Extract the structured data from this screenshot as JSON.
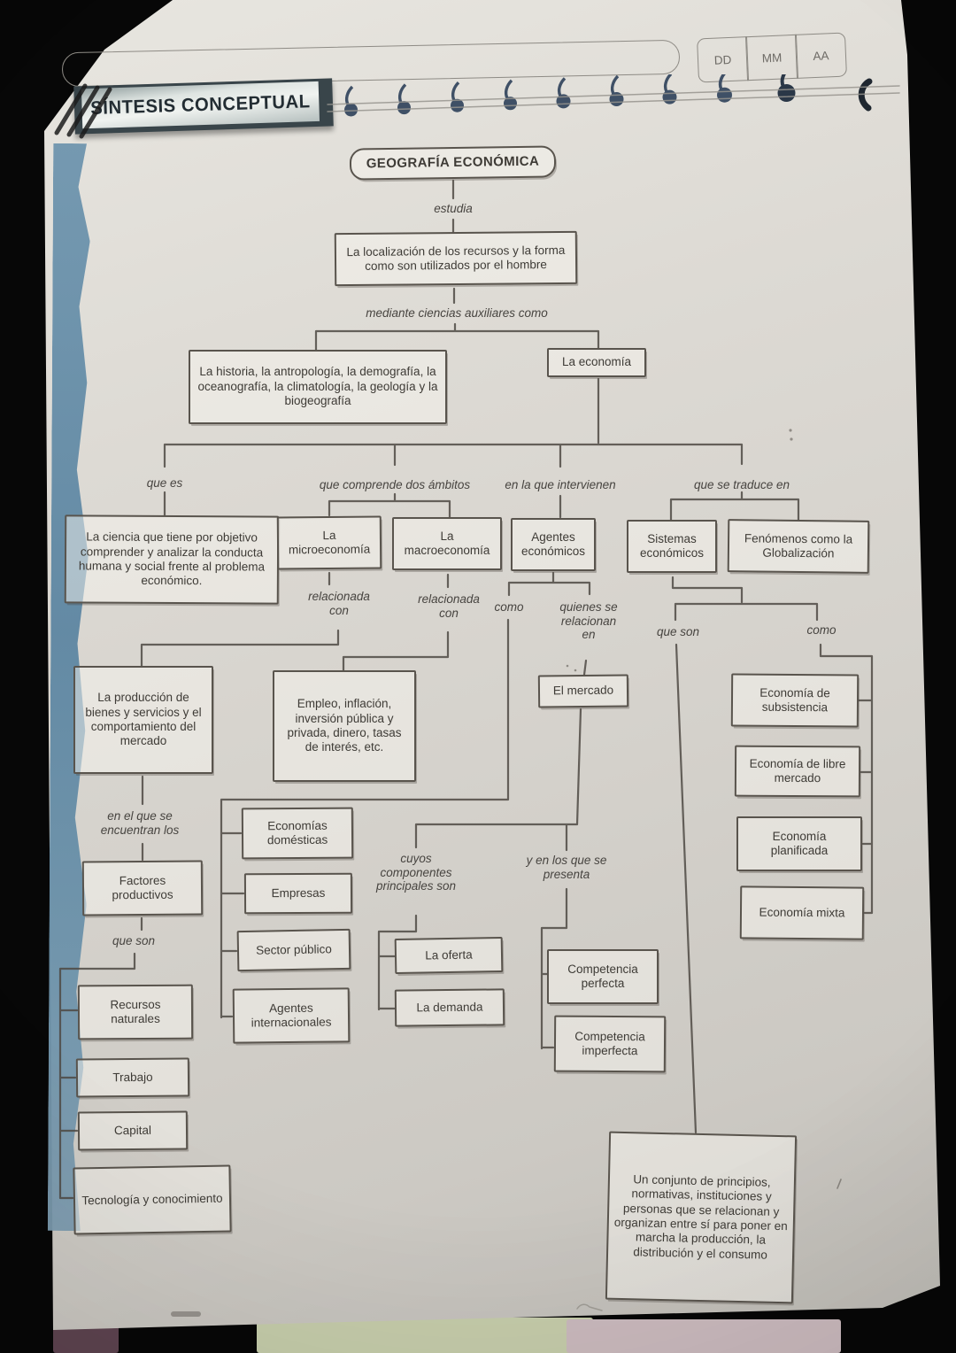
{
  "header": {
    "title": "SÍNTESIS CONCEPTUAL",
    "date_boxes": [
      "DD",
      "MM",
      "AA"
    ]
  },
  "map": {
    "nodes": {
      "root": "GEOGRAFÍA ECONÓMICA",
      "localizacion": "La localización de los recursos y la forma como son utilizados por el hombre",
      "ciencias": "La historia, la antropología, la demografía, la oceanografía, la climatología, la geología y la biogeografía",
      "economia": "La economía",
      "ciencia_def": "La ciencia que tiene por objetivo comprender y analizar la conducta humana y social frente al problema económico.",
      "micro": "La microeconomía",
      "macro": "La macroeconomía",
      "agentes": "Agentes económicos",
      "sistemas": "Sistemas económicos",
      "fenomenos": "Fenómenos como la Globalización",
      "produccion": "La producción de bienes y servicios y el comportamiento del mercado",
      "empleo": "Empleo, inflación, inversión pública y privada, dinero, tasas de interés, etc.",
      "mercado": "El mercado",
      "eco_subsistencia": "Economía de subsistencia",
      "eco_libre": "Economía de libre mercado",
      "eco_planificada": "Economía planificada",
      "eco_mixta": "Economía mixta",
      "eco_domesticas": "Economías domésticas",
      "empresas": "Empresas",
      "sector_publico": "Sector público",
      "agentes_int": "Agentes internacionales",
      "factores": "Factores productivos",
      "oferta": "La oferta",
      "demanda": "La demanda",
      "comp_perfecta": "Competencia perfecta",
      "comp_imperfecta": "Competencia imperfecta",
      "recursos": "Recursos naturales",
      "trabajo": "Trabajo",
      "capital": "Capital",
      "tecnologia": "Tecnología y conocimiento",
      "sistemas_def": "Un conjunto de principios, normativas, instituciones y personas que se relacionan y organizan entre sí para poner en marcha la producción, la distribución y el consumo"
    },
    "labels": {
      "estudia": "estudia",
      "mediante": "mediante ciencias auxiliares como",
      "que_es": "que es",
      "ambitos": "que comprende dos ámbitos",
      "intervienen": "en la que intervienen",
      "traduce": "que se traduce en",
      "relacionada1": "relacionada con",
      "relacionada2": "relacionada con",
      "como_agentes": "como",
      "quienes": "quienes se relacionan en",
      "que_son_sistemas": "que son",
      "como_sistemas": "como",
      "en_el_que": "en el que se encuentran los",
      "que_son_factores": "que son",
      "cuyos": "cuyos componentes principales son",
      "y_en_los": "y en los que se presenta"
    }
  },
  "colors": {
    "paper": "#d8d5cf",
    "ink": "#46423c",
    "tape_blue": "#6b92ad",
    "binder_ring": "#3f5066",
    "banner_frame": "#39454a"
  }
}
